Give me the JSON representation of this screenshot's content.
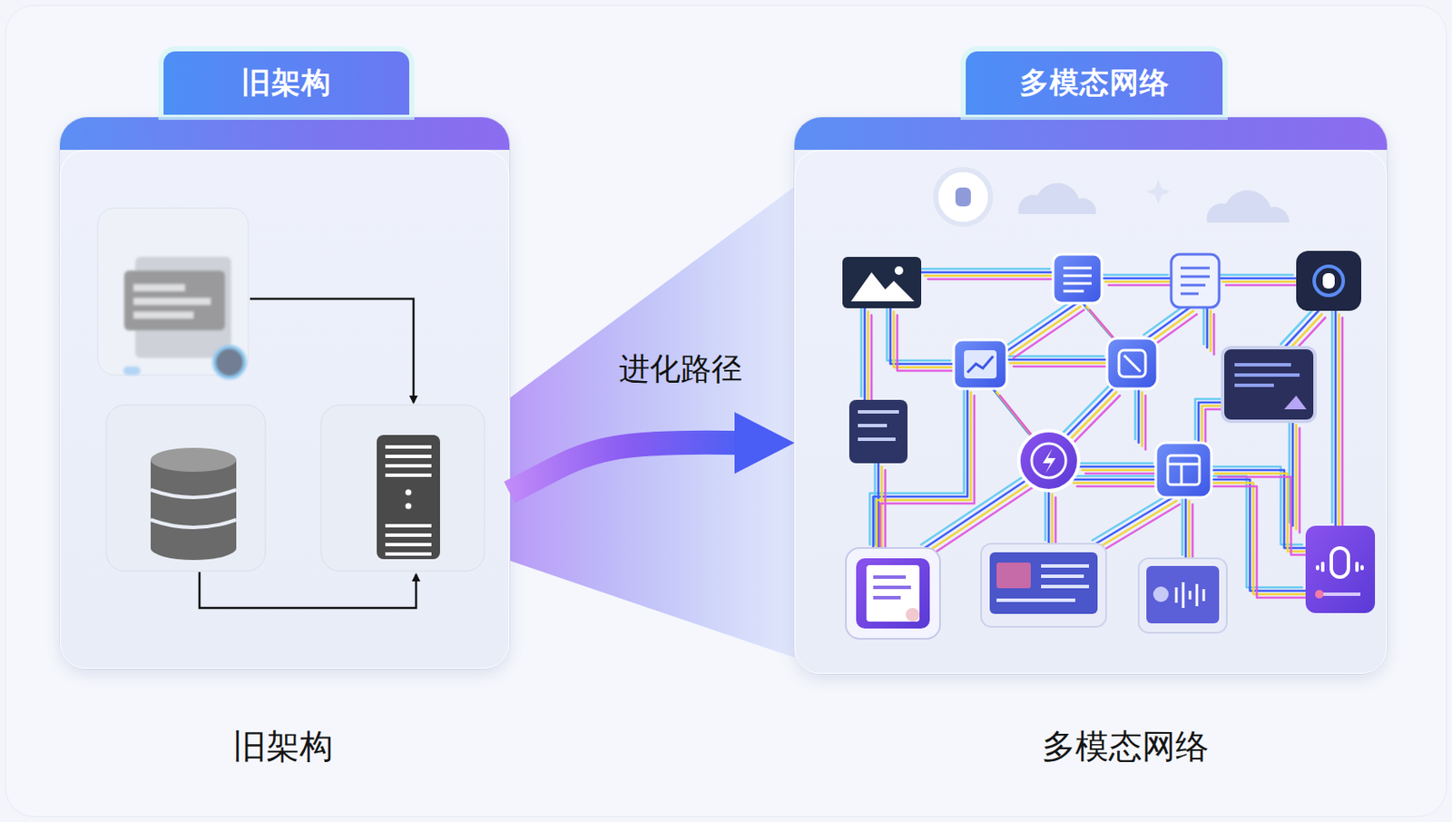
{
  "diagram": {
    "nodes": [
      {
        "text": [
          "旧架构"
        ]
      },
      {
        "text": [
          "多模态网络"
        ]
      }
    ],
    "edges": [
      {
        "from": 0,
        "to": 1,
        "label": "进化路径",
        "arrow": "to"
      }
    ],
    "labels": [
      "旧架构",
      "多模态网络"
    ]
  }
}
